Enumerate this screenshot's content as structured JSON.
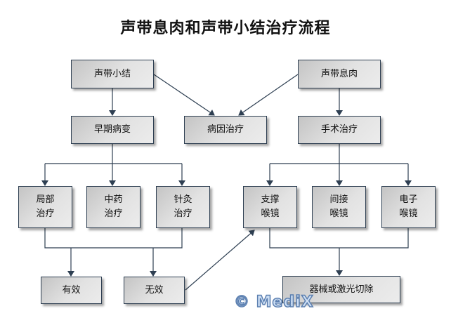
{
  "title": "声带息肉和声带小结治疗流程",
  "nodes": {
    "nodule": "声带小结",
    "polyp": "声带息肉",
    "early": "早期病变",
    "cause": "病因治疗",
    "surgery": "手术治疗",
    "local": [
      "局部",
      "治疗"
    ],
    "herbal": [
      "中药",
      "治疗"
    ],
    "acupuncture": [
      "针灸",
      "治疗"
    ],
    "support": [
      "支撑",
      "喉镜"
    ],
    "indirect": [
      "间接",
      "喉镜"
    ],
    "electronic": [
      "电子",
      "喉镜"
    ],
    "effective": "有效",
    "ineffective": "无效",
    "excision": "器械或激光切除"
  },
  "watermark": "© MediX",
  "colors": {
    "line": "#2e3f52",
    "box_border": "#2e3f52"
  }
}
